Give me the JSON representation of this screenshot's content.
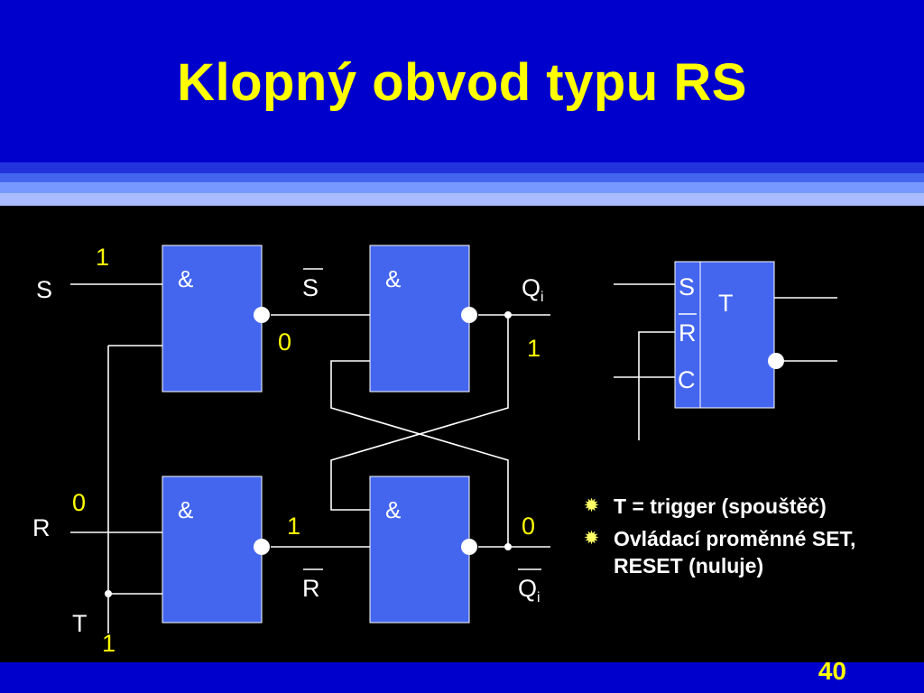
{
  "title": "Klopný obvod typu RS",
  "page_number": "40",
  "colors": {
    "background": "#000000",
    "header": "#0000CC",
    "title": "#FFFF00",
    "gate_fill": "#4466EE",
    "value_labels": "#FFFF00"
  },
  "diagram": {
    "gate_symbols": [
      "&",
      "&",
      "&",
      "&"
    ],
    "inputs": {
      "s": "S",
      "r": "R",
      "t": "T"
    },
    "intermediate": {
      "s_bar": "S",
      "r_bar": "R"
    },
    "outputs": {
      "q": "Q",
      "q_sub": "i",
      "q_bar": "Q",
      "q_bar_sub": "i"
    },
    "values": {
      "s_in": "1",
      "s_bar": "0",
      "q": "1",
      "r_in": "0",
      "r_bar": "1",
      "q_bar": "0",
      "t_in": "1"
    },
    "block": {
      "pins": [
        "S",
        "R",
        "C"
      ],
      "name": "T"
    }
  },
  "bullets": [
    {
      "icon": "gear-bullet-icon",
      "text": "T = trigger (spouštěč)"
    },
    {
      "icon": "gear-bullet-icon",
      "text": "Ovládací proměnné SET, RESET (nuluje)"
    }
  ]
}
